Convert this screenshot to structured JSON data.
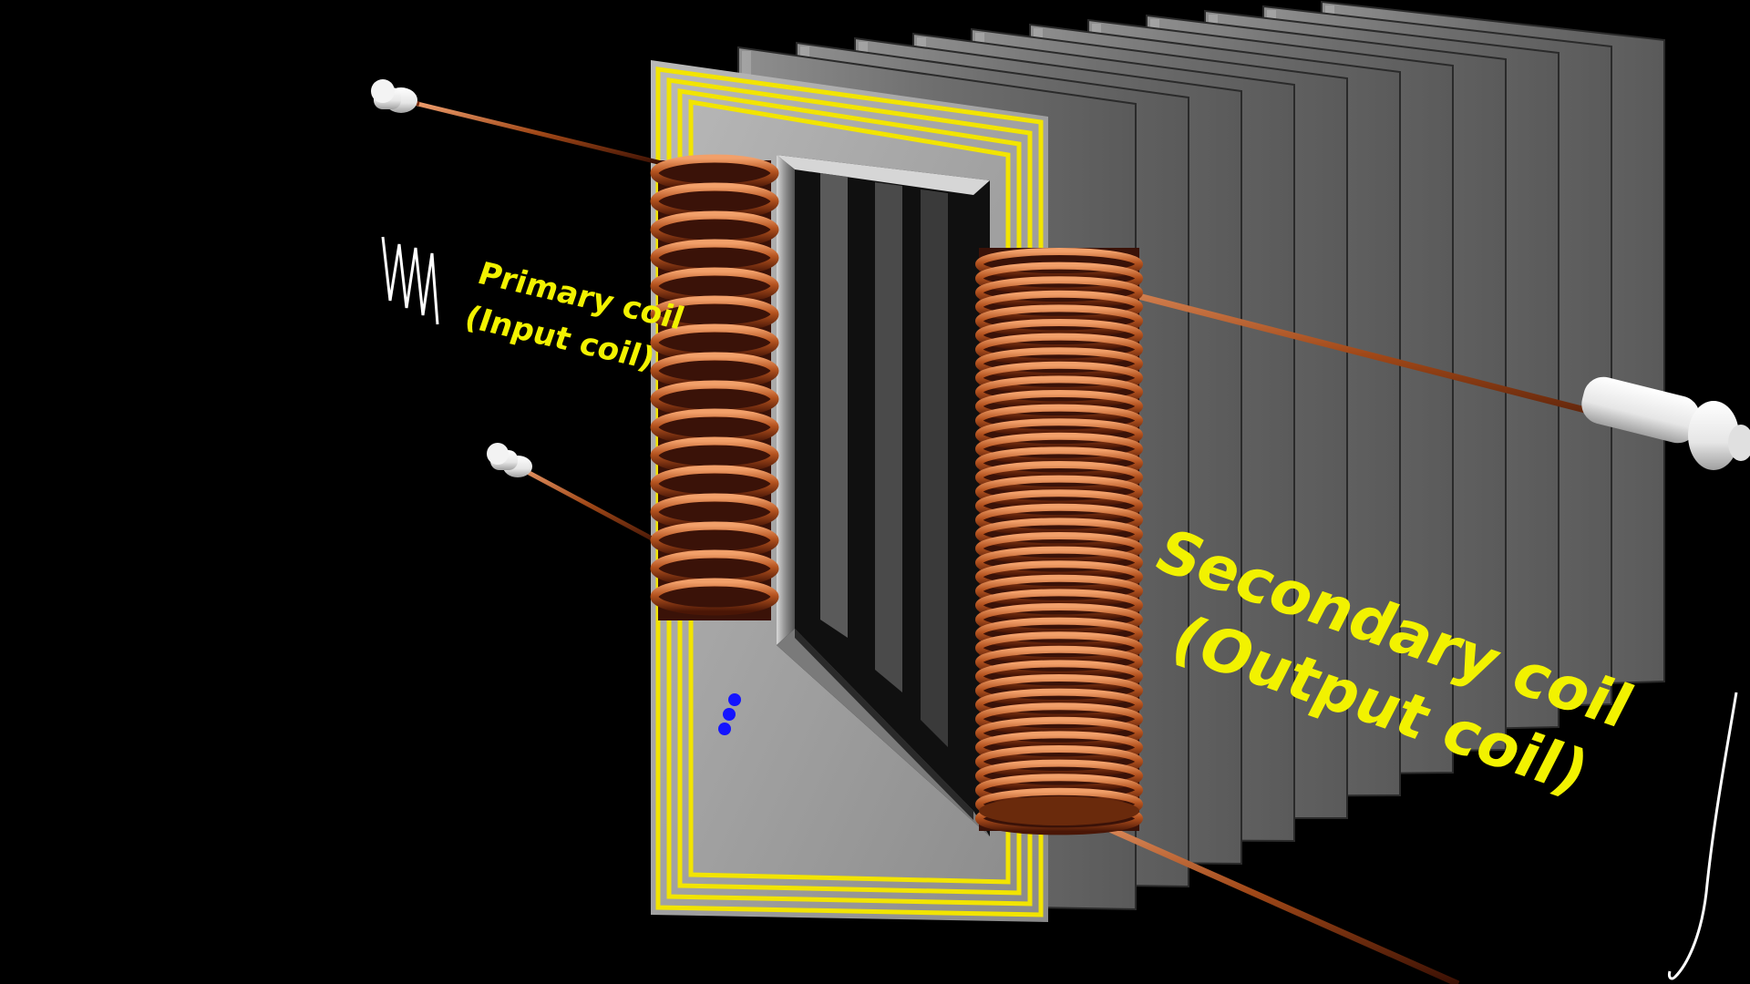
{
  "labels": {
    "primary_line1": "Primary coil",
    "primary_line2": "(Input coil)",
    "secondary_line1": "Secondary coil",
    "secondary_line2": "(Output coil)"
  },
  "colors": {
    "background": "#000000",
    "label_yellow": "#f2f200",
    "winding_yellow": "#f2e400",
    "copper": "#b5531f",
    "copper_dark": "#4a1606",
    "copper_light": "#f2a06a",
    "lamination_light": "#a4a4a4",
    "lamination_dark": "#3c3c3c",
    "terminal_white": "#f0f0f0",
    "solder_blue": "#1414ff",
    "waveform_white": "#ffffff"
  },
  "components": {
    "primary_turns": 16,
    "secondary_turns": 40,
    "lamination_plates": 11,
    "core_windings_visible": 4
  }
}
